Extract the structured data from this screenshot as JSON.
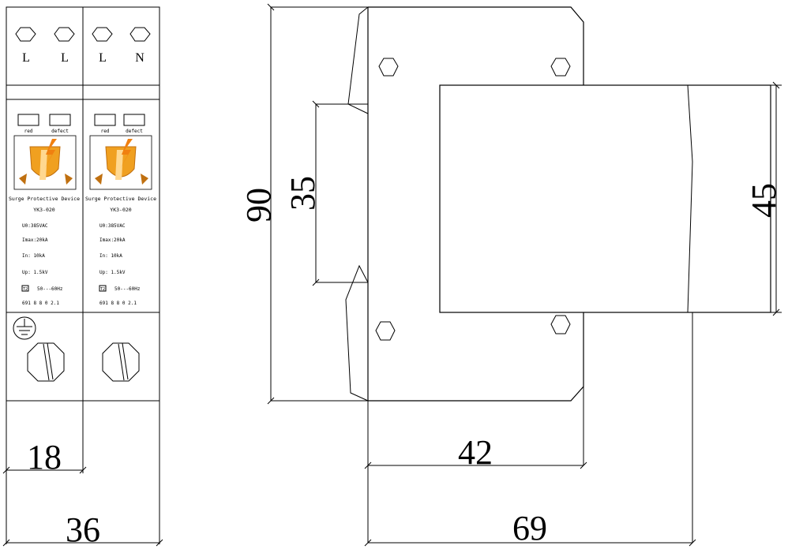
{
  "front_view": {
    "terminals_top": [
      "L",
      "L",
      "L",
      "N"
    ],
    "indicator_labels": [
      "red",
      "defect"
    ],
    "device_name": "Surge Protective Device",
    "model": "YK3-020",
    "specs": [
      "U0:385VAC",
      "Imax:20kA",
      "In: 10kA",
      "Up: 1.5kV",
      "50---60Hz"
    ],
    "class_badge": "T2",
    "serial": "691 8 8 0 2.1",
    "ground_icon": "ground-icon"
  },
  "dimensions": {
    "module_width": "18",
    "total_width": "36",
    "height": "90",
    "rail_width": "35",
    "front_height": "45",
    "depth_front": "42",
    "depth_total": "69"
  },
  "colors": {
    "logo_orange": "#f0a020",
    "logo_dark": "#c07010",
    "line": "#000000"
  }
}
